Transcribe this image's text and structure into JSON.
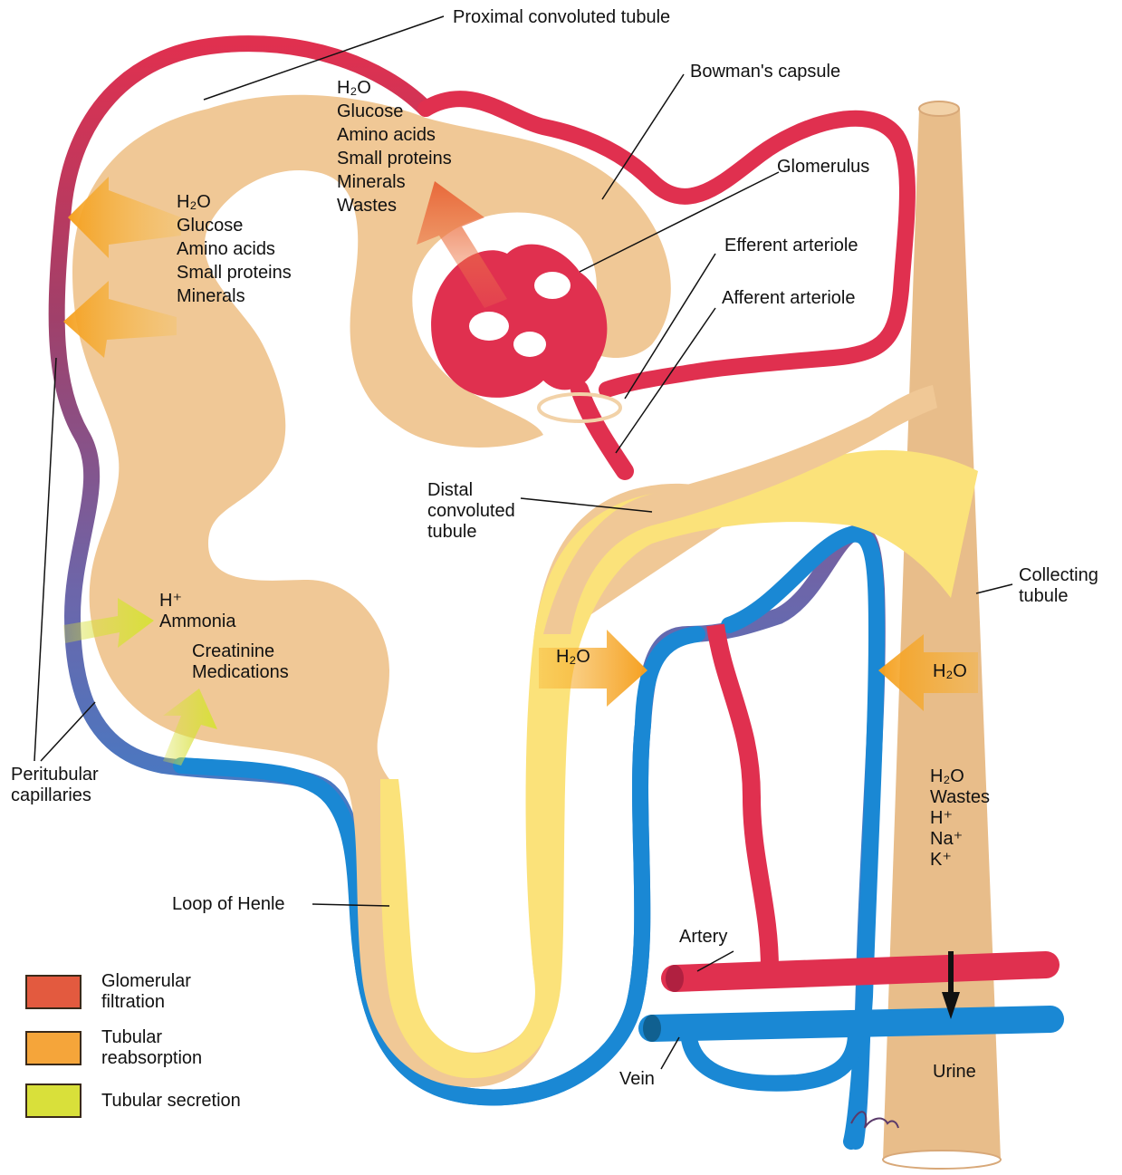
{
  "labels": {
    "proximal": "Proximal convoluted tubule",
    "bowman": "Bowman's capsule",
    "glomerulus": "Glomerulus",
    "efferent": "Efferent arteriole",
    "afferent": "Afferent arteriole",
    "distal": [
      "Distal",
      "convoluted",
      "tubule"
    ],
    "collecting": [
      "Collecting",
      "tubule"
    ],
    "peritubular": [
      "Peritubular",
      "capillaries"
    ],
    "loop": "Loop of Henle",
    "artery": "Artery",
    "vein": "Vein",
    "urine": "Urine"
  },
  "filtrate_list": [
    "H₂O",
    "Glucose",
    "Amino acids",
    "Small proteins",
    "Minerals",
    "Wastes"
  ],
  "reabsorbed_list": [
    "H₂O",
    "Glucose",
    "Amino acids",
    "Small proteins",
    "Minerals"
  ],
  "secreted_list_1": [
    "H⁺",
    "Ammonia"
  ],
  "secreted_list_2": [
    "Creatinine",
    "Medications"
  ],
  "water_labels": {
    "loop": "H₂O",
    "collecting": "H₂O"
  },
  "urine_contents": [
    "H₂O",
    "Wastes",
    "H⁺",
    "Na⁺",
    "K⁺"
  ],
  "legend": [
    {
      "label": [
        "Glomerular",
        "filtration"
      ],
      "color": "#e35a3f"
    },
    {
      "label": [
        "Tubular",
        "reabsorption"
      ],
      "color": "#f5a53a"
    },
    {
      "label": [
        "Tubular secretion"
      ],
      "color": "#d9e03a"
    }
  ],
  "colors": {
    "tubule_tan": "#f0c896",
    "collecting_tan": "#e8bd8a",
    "yellow_flow": "#fbe27a",
    "artery_red": "#e0304f",
    "vein_blue": "#1a88d4",
    "reabsorption_orange": "#f5a020",
    "secretion_yellow": "#d8e03a",
    "filtration_orange": "#e8683a"
  }
}
